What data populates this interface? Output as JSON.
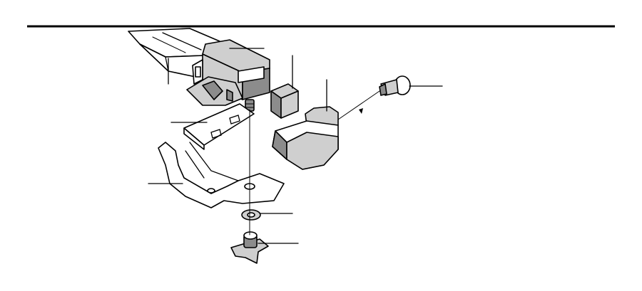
{
  "diagram": {
    "type": "exploded-parts-view",
    "callouts": [
      {
        "id": "header-rule",
        "label": ""
      },
      {
        "id": "leader-bar-top",
        "label": ""
      },
      {
        "id": "leader-bar-left",
        "label": ""
      },
      {
        "id": "leader-clamp-housing",
        "label": ""
      },
      {
        "id": "leader-rubber-pad",
        "label": ""
      },
      {
        "id": "leader-end-cap",
        "label": ""
      },
      {
        "id": "leader-push-rivet",
        "label": ""
      },
      {
        "id": "leader-upper-plate",
        "label": ""
      },
      {
        "id": "leader-lower-bracket",
        "label": ""
      },
      {
        "id": "leader-washer",
        "label": ""
      },
      {
        "id": "leader-star-knob",
        "label": ""
      }
    ]
  }
}
